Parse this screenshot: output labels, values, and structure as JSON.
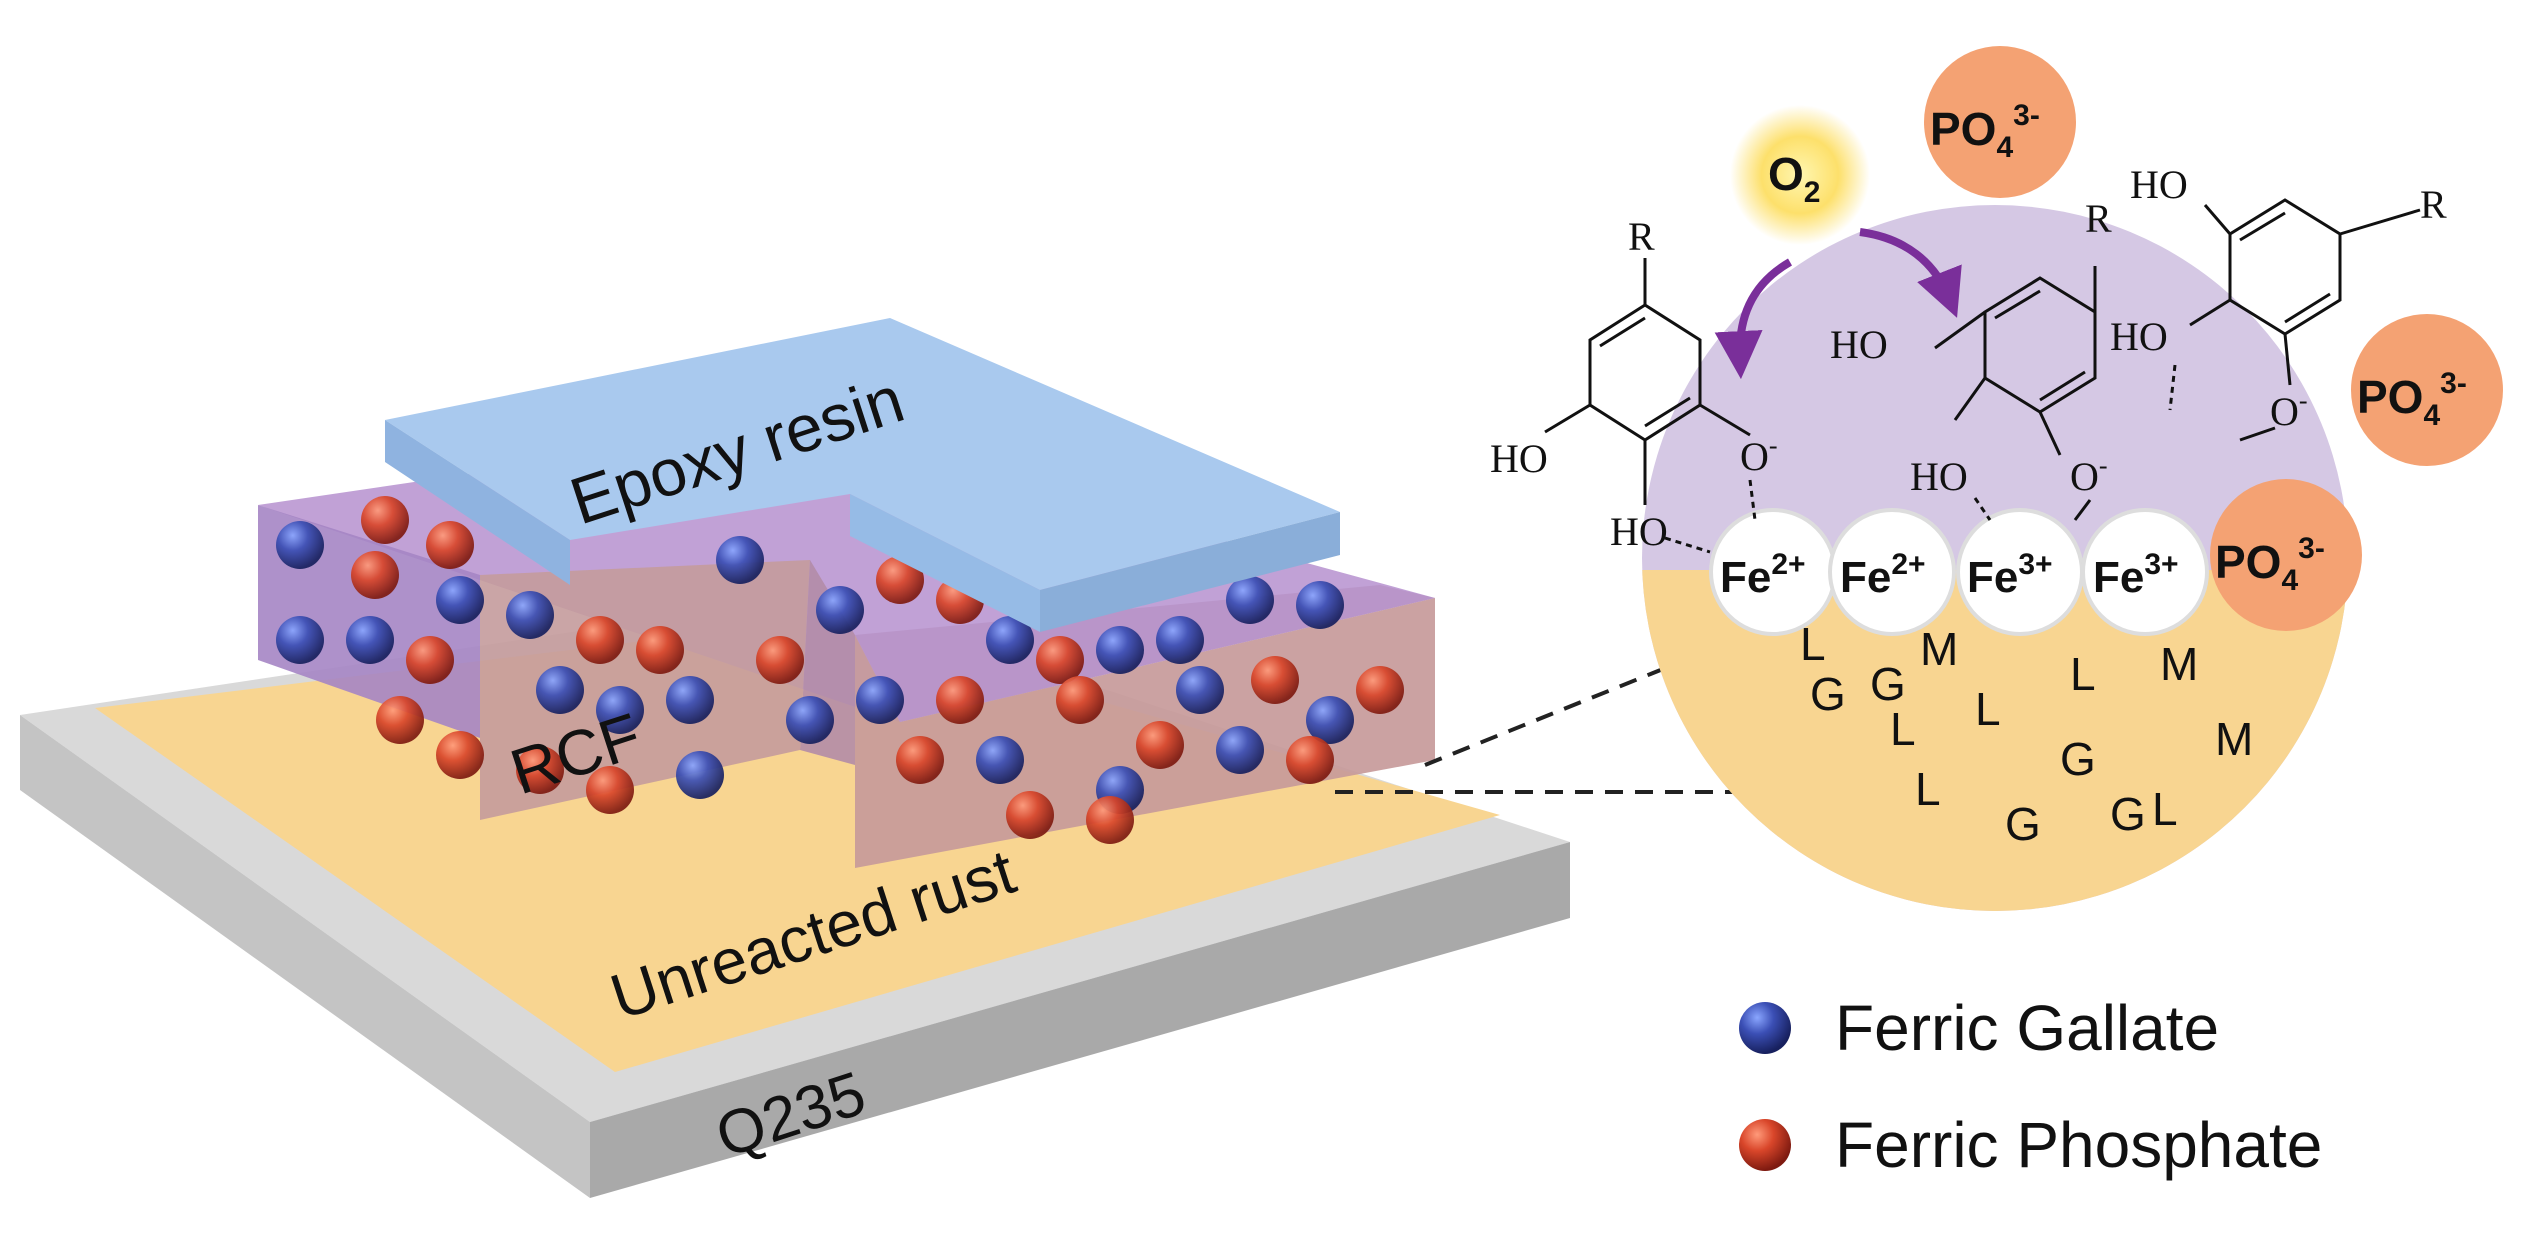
{
  "labels": {
    "epoxy": "Epoxy resin",
    "rcf": "RCF",
    "unreacted": "Unreacted rust",
    "substrate": "Q235"
  },
  "species": {
    "o2": "O",
    "o2_sub": "2",
    "po4": "PO",
    "po4_sub": "4",
    "po4_sup": "3-",
    "fe_base": "Fe",
    "fe2_sup": "2+",
    "fe3_sup": "3+"
  },
  "chem": {
    "ho": "HO",
    "r": "R",
    "o": "O",
    "o_minus": "-"
  },
  "rust_letters": [
    "L",
    "M",
    "G",
    "G",
    "L",
    "L",
    "M",
    "G",
    "L",
    "M",
    "L",
    "G",
    "G",
    "L"
  ],
  "legend": {
    "items": [
      {
        "label": "Ferric Gallate",
        "color": "#2c3f9a"
      },
      {
        "label": "Ferric Phosphate",
        "color": "#e0561c"
      }
    ]
  },
  "colors": {
    "epoxy": "#a9c9ee",
    "rcf": "#a585c4",
    "rust": "#f8d591",
    "steel_top": "#d9d9d9",
    "steel_side": "#a9a9a9",
    "circle_top": "#d5c8e4",
    "circle_bottom": "#f8d591",
    "po4": "#f4a273",
    "arrow": "#7a2f9a",
    "o2_glow": "#fde06b"
  }
}
